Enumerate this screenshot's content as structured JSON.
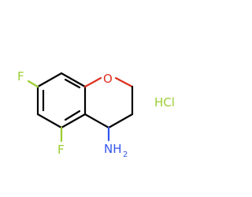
{
  "atoms": {
    "oxygen": "O",
    "fluorine_top": "F",
    "fluorine_bottom": "F",
    "amine_n": "NH",
    "amine_sub": "2"
  },
  "salt": "HCl",
  "colors": {
    "bond": "#000000",
    "oxygen": "#e0301e",
    "fluorine": "#9acd32",
    "nitrogen": "#3355ee",
    "chlorine_salt": "#9acd32"
  }
}
